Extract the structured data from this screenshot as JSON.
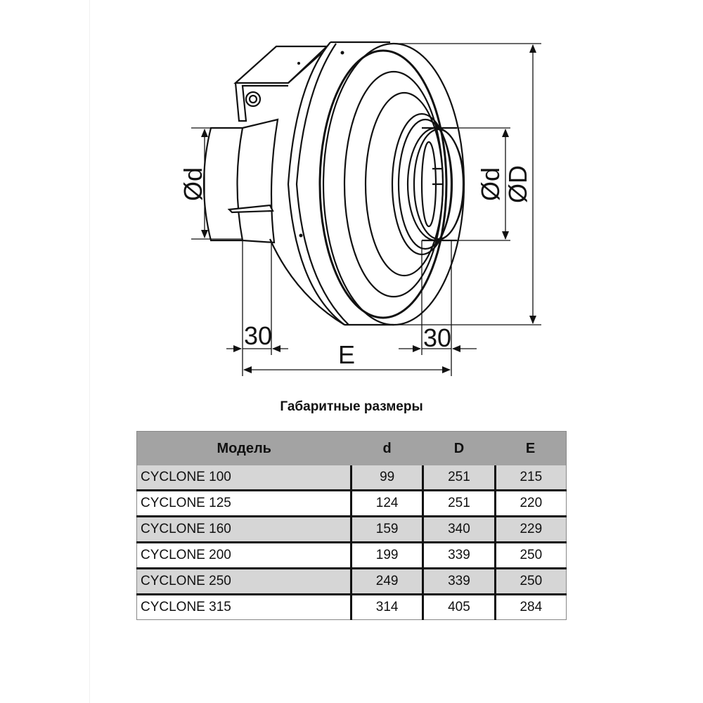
{
  "drawing": {
    "labels": {
      "inlet_diameter": "Ød",
      "outlet_diameter": "Ød",
      "body_diameter": "ØD",
      "left_spigot_length": "30",
      "right_spigot_length": "30",
      "overall_length": "E"
    }
  },
  "table": {
    "title": "Габаритные размеры",
    "headers": [
      "Модель",
      "d",
      "D",
      "E"
    ],
    "rows": [
      {
        "model": "CYCLONE 100",
        "d": "99",
        "D": "251",
        "E": "215"
      },
      {
        "model": "CYCLONE 125",
        "d": "124",
        "D": "251",
        "E": "220"
      },
      {
        "model": "CYCLONE 160",
        "d": "159",
        "D": "340",
        "E": "229"
      },
      {
        "model": "CYCLONE 200",
        "d": "199",
        "D": "339",
        "E": "250"
      },
      {
        "model": "CYCLONE 250",
        "d": "249",
        "D": "339",
        "E": "250"
      },
      {
        "model": "CYCLONE 315",
        "d": "314",
        "D": "405",
        "E": "284"
      }
    ],
    "colors": {
      "header_bg": "#a3a3a3",
      "shaded_row_bg": "#d6d6d6",
      "row_bg": "#ffffff"
    }
  }
}
